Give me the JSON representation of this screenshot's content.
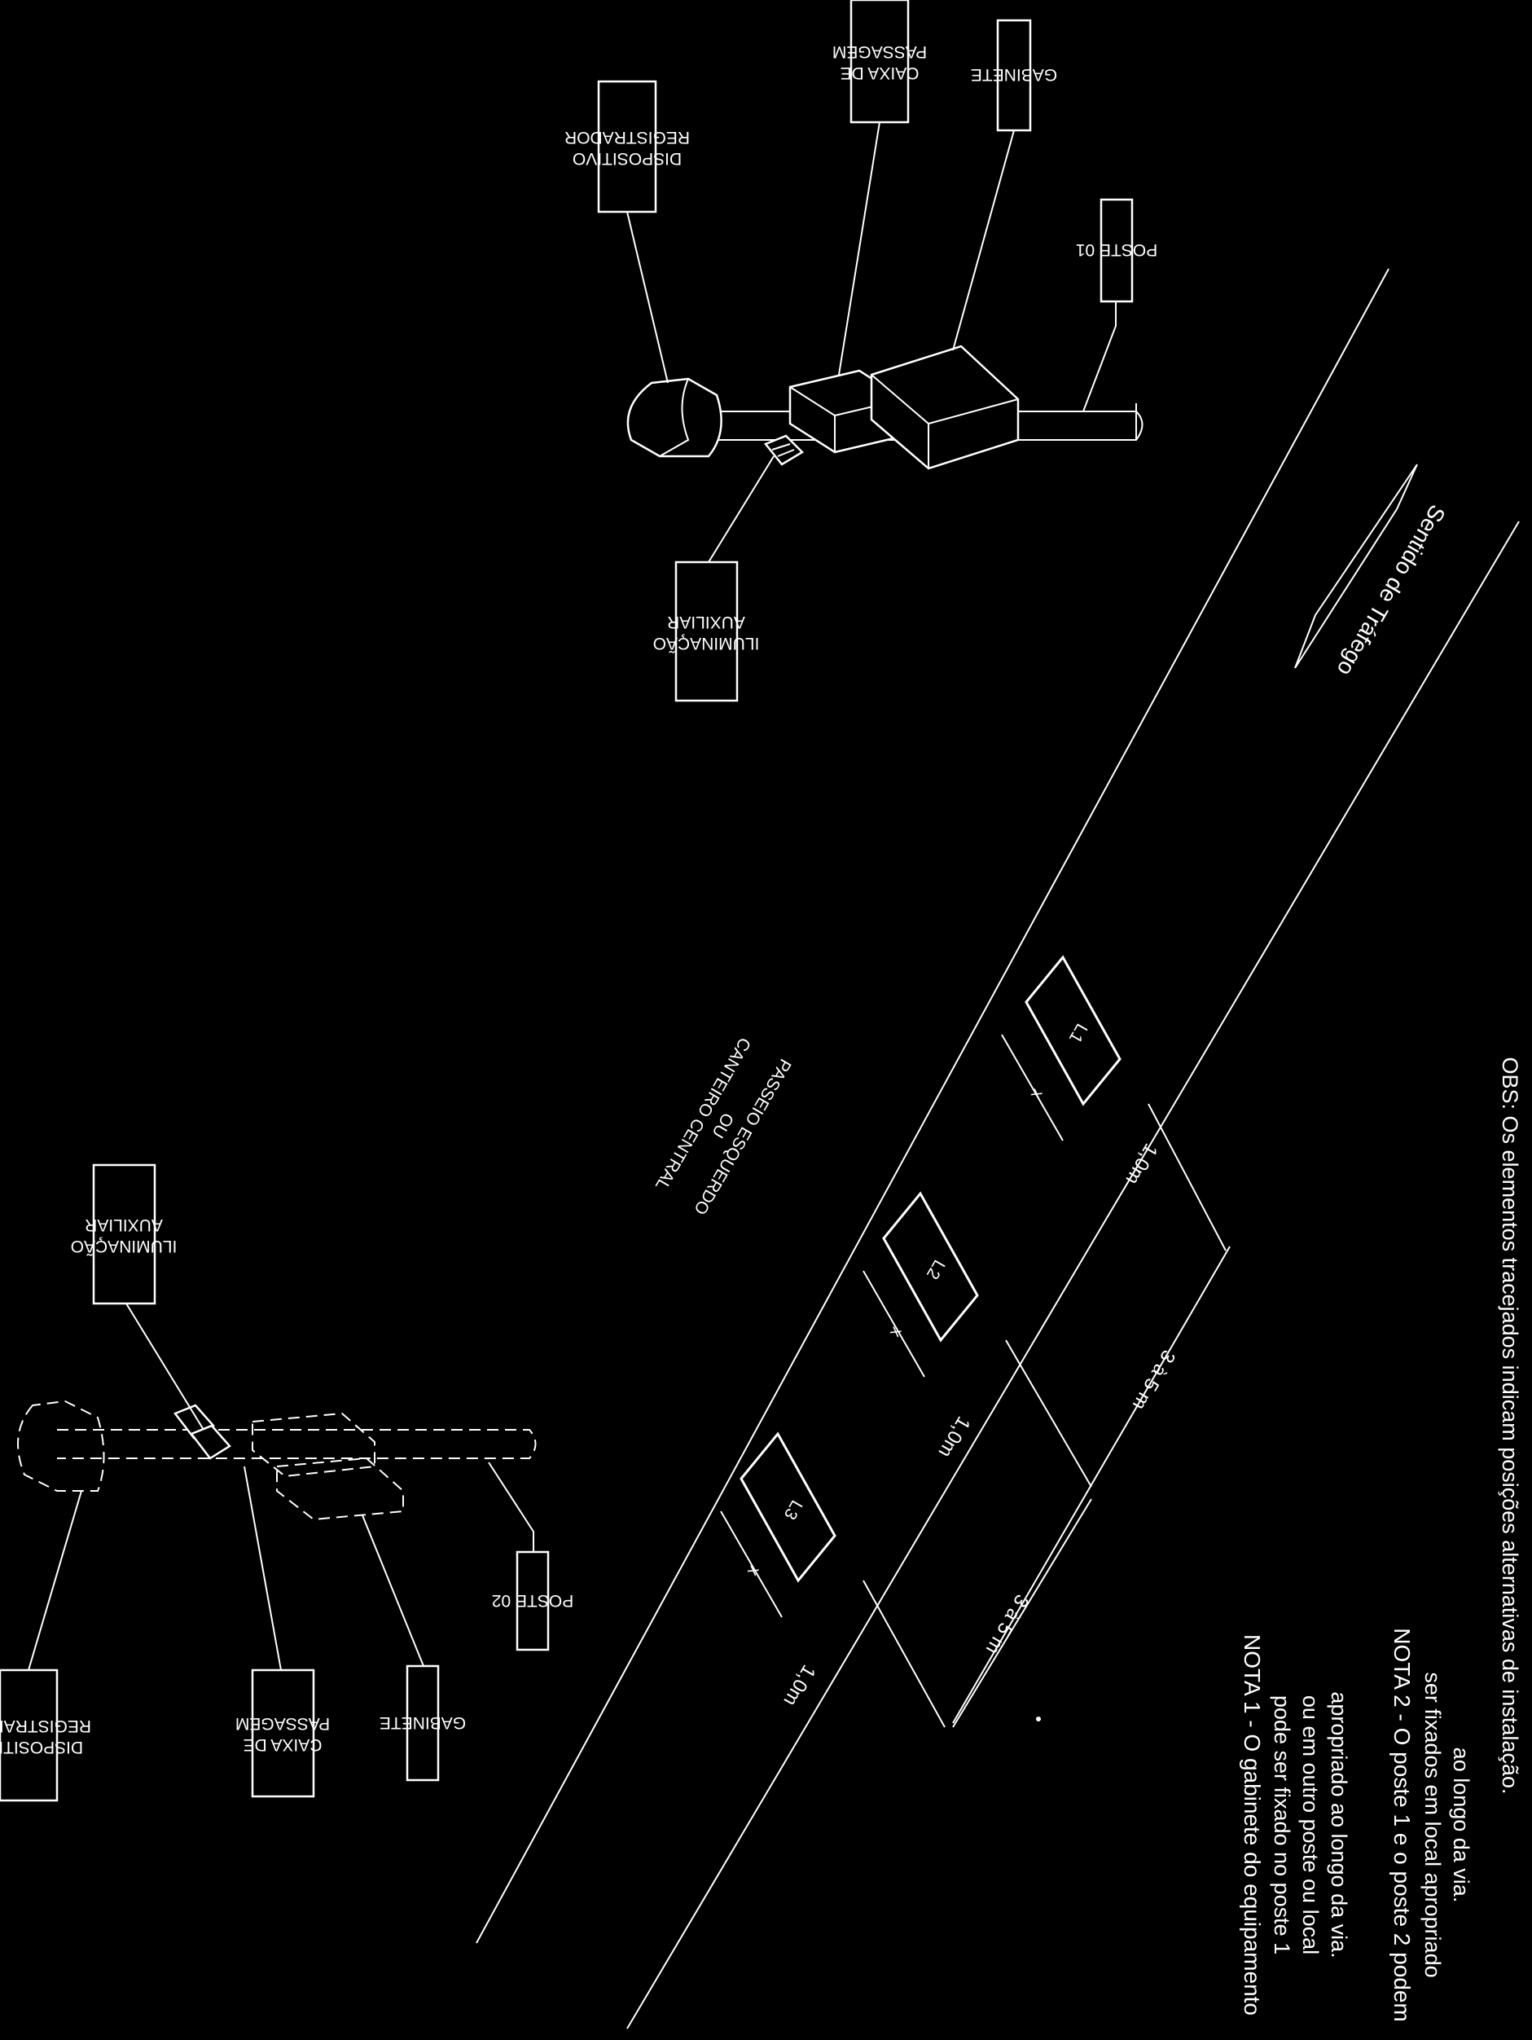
{
  "diagram": {
    "labels": {
      "disp_reg_a_line1": "DISPOSITIVO",
      "disp_reg_a_line2": "REGISTRADOR",
      "caixa_a_line1": "CAIXA DE",
      "caixa_a_line2": "PASSAGEM",
      "gabinete_a": "GABINETE",
      "poste_01": "POSTE 01",
      "ilum_a_line1": "ILUMINAÇÃO",
      "ilum_a_line2": "AUXILIAR",
      "sentido": "Sentido de Tráfego",
      "passeio_line1": "PASSEIO ESQUERDO",
      "passeio_line2": "OU",
      "passeio_line3": "CANTEIRO CENTRAL",
      "ilum_b_line1": "ILUMINAÇÃO",
      "ilum_b_line2": "AUXILIAR",
      "disp_reg_b_line1": "DISPOSITIVO",
      "disp_reg_b_line2": "REGISTRADOR",
      "caixa_b_line1": "CAIXA DE",
      "caixa_b_line2": "PASSAGEM",
      "gabinete_b": "GABINETE",
      "poste_02": "POSTE 02",
      "l1": "L1",
      "l2": "L2",
      "l3": "L3",
      "x1": "x",
      "x2": "x",
      "x3": "x",
      "dim_1m_a": "1,0m",
      "dim_1m_b": "1,0m",
      "dim_1m_c": "1,0m",
      "dim_3a5_a": "3 à 5 m",
      "dim_3a5_b": "3 à 5 m"
    },
    "notes": {
      "obs": "OBS:  Os elementos tracejados indicam posições alternativas de instalação.",
      "nota1_title": "NOTA  1 - O gabinete do equipamento",
      "nota1_l2": "pode ser fixado no poste 1",
      "nota1_l3": "ou em outro poste ou local",
      "nota1_l4": "apropriado ao longo da via.",
      "nota2_title": "NOTA  2 - O poste 1 e o poste 2 podem",
      "nota2_l2": "ser fixados em local apropriado",
      "nota2_l3": "ao longo da via."
    }
  }
}
